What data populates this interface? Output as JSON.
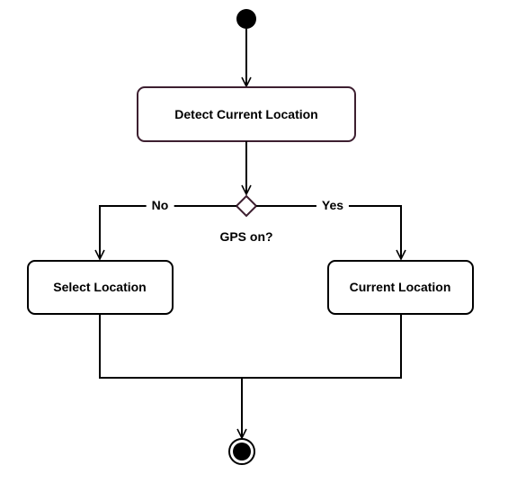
{
  "nodes": {
    "detect": {
      "label": "Detect Current Location"
    },
    "decision": {
      "label": "GPS on?"
    },
    "select": {
      "label": "Select Location"
    },
    "current": {
      "label": "Current Location"
    }
  },
  "edges": {
    "no": {
      "label": "No"
    },
    "yes": {
      "label": "Yes"
    }
  },
  "colors": {
    "line": "#000000",
    "action_border": "#3d1f30",
    "fill": "#ffffff",
    "node_fill": "#000000"
  }
}
